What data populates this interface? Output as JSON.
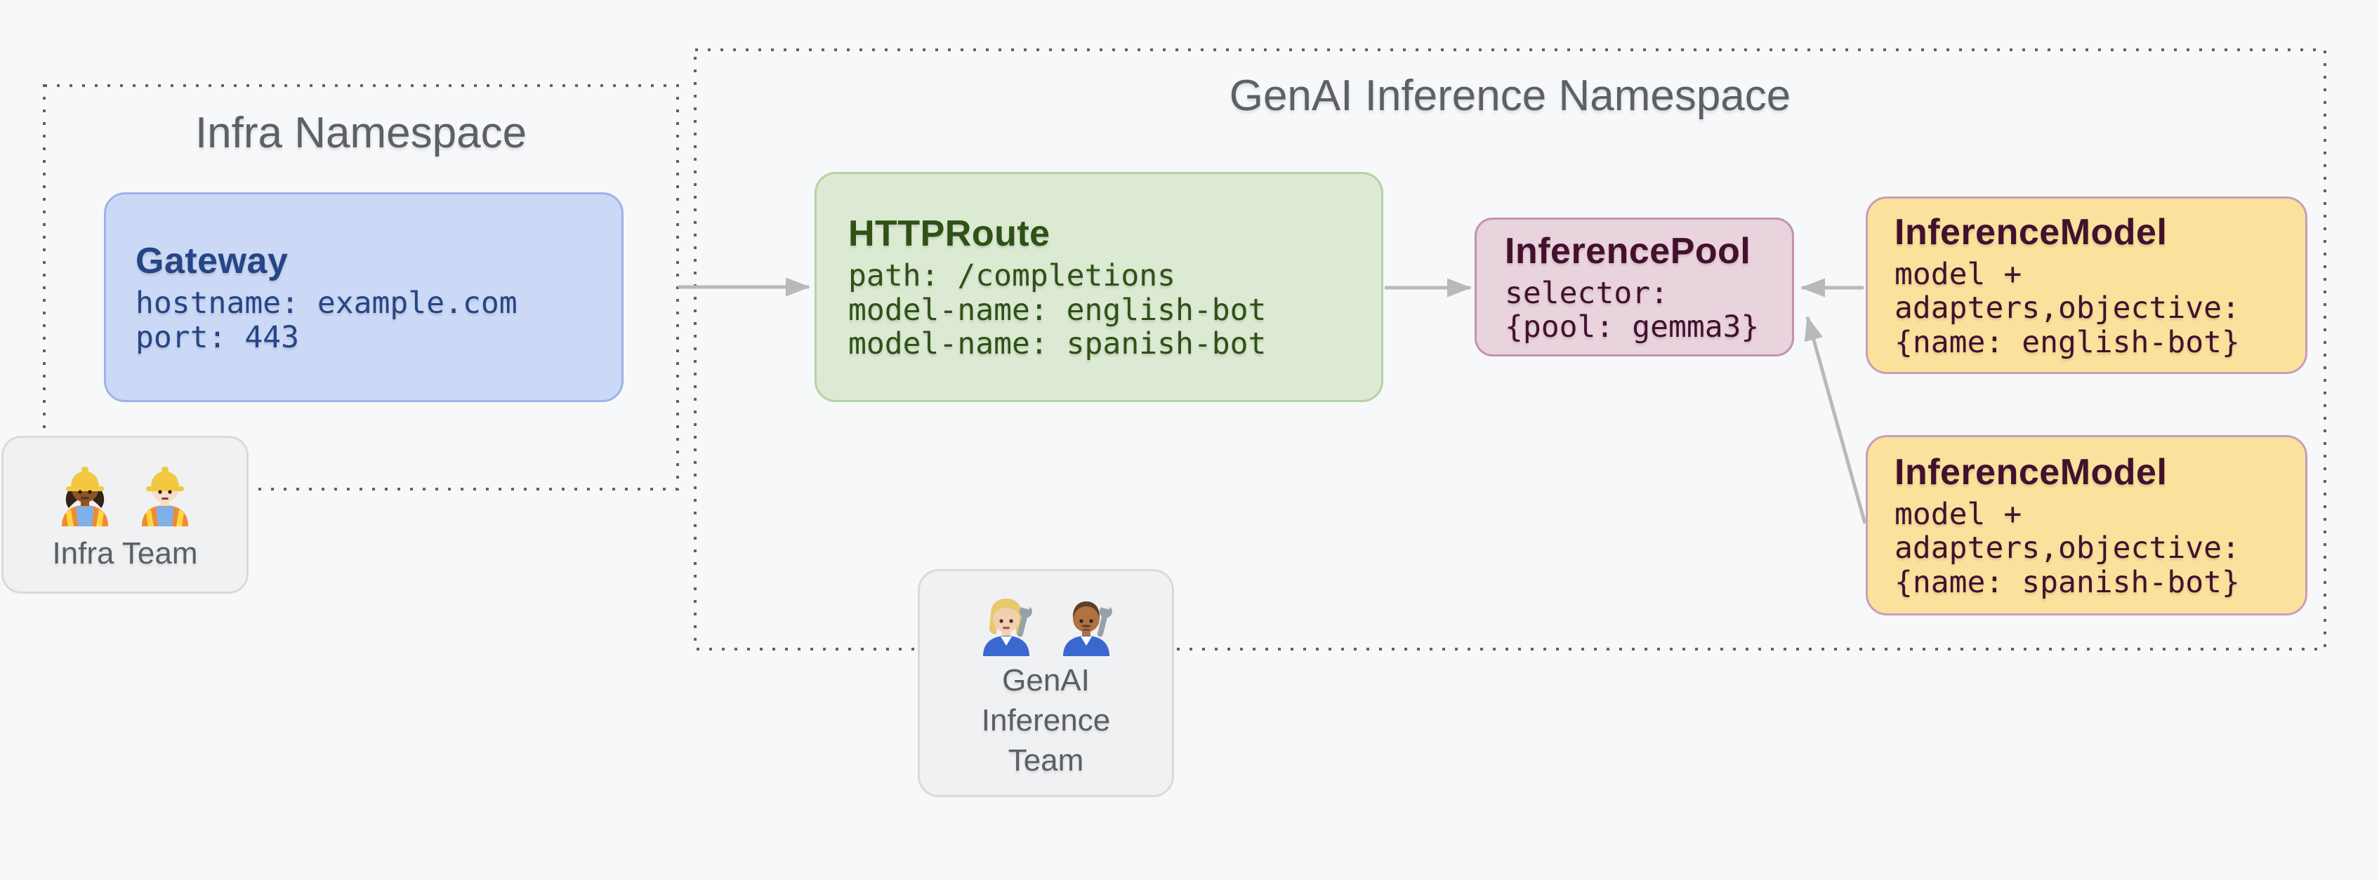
{
  "namespaces": {
    "infra": {
      "title": "Infra Namespace"
    },
    "genai": {
      "title": "GenAI Inference Namespace"
    }
  },
  "nodes": {
    "gateway": {
      "title": "Gateway",
      "lines": [
        "hostname: example.com",
        "port: 443"
      ]
    },
    "httproute": {
      "title": "HTTPRoute",
      "lines": [
        "path: /completions",
        "model-name: english-bot",
        "model-name: spanish-bot"
      ]
    },
    "inference_pool": {
      "title": "InferencePool",
      "lines": [
        "selector:",
        "{pool: gemma3}"
      ]
    },
    "inference_model_english": {
      "title": "InferenceModel",
      "lines": [
        "model +",
        "adapters,objective:",
        "{name: english-bot}"
      ]
    },
    "inference_model_spanish": {
      "title": "InferenceModel",
      "lines": [
        "model +",
        "adapters,objective:",
        "{name: spanish-bot}"
      ]
    }
  },
  "teams": {
    "infra": {
      "label": "Infra Team",
      "emoji": "👷🏾‍♀️ 👷🏻",
      "icons": [
        "woman-construction-worker",
        "man-construction-worker"
      ]
    },
    "genai": {
      "label": "GenAI Inference Team",
      "emoji": "👩🏼‍🔧 👨🏽‍🔧",
      "icons": [
        "woman-mechanic",
        "man-mechanic"
      ]
    }
  },
  "arrows": [
    {
      "from": "infra-namespace-border",
      "to": "httproute"
    },
    {
      "from": "httproute",
      "to": "inference-pool"
    },
    {
      "from": "inference-model-english",
      "to": "inference-pool"
    },
    {
      "from": "inference-model-spanish",
      "to": "inference-pool"
    }
  ],
  "colors": {
    "background": "#f7f8f9",
    "namespace_border": "#5f6366",
    "namespace_title": "#5d6064",
    "arrow": "#b7b9bb",
    "gateway_fill": "#ccd9f6",
    "gateway_border": "#9cb4e8",
    "gateway_text": "#254586",
    "httproute_fill": "#dcead3",
    "httproute_border": "#b5d2a4",
    "httproute_text": "#2f5116",
    "pool_fill": "#e9d3dd",
    "pool_border": "#c492ac",
    "pool_text": "#44102e",
    "model_fill": "#fae29c",
    "model_border": "#cb9db8",
    "model_text": "#44102e",
    "team_fill": "#f0f1f2",
    "team_border": "#d8dadc",
    "team_text": "#5b5f63"
  }
}
